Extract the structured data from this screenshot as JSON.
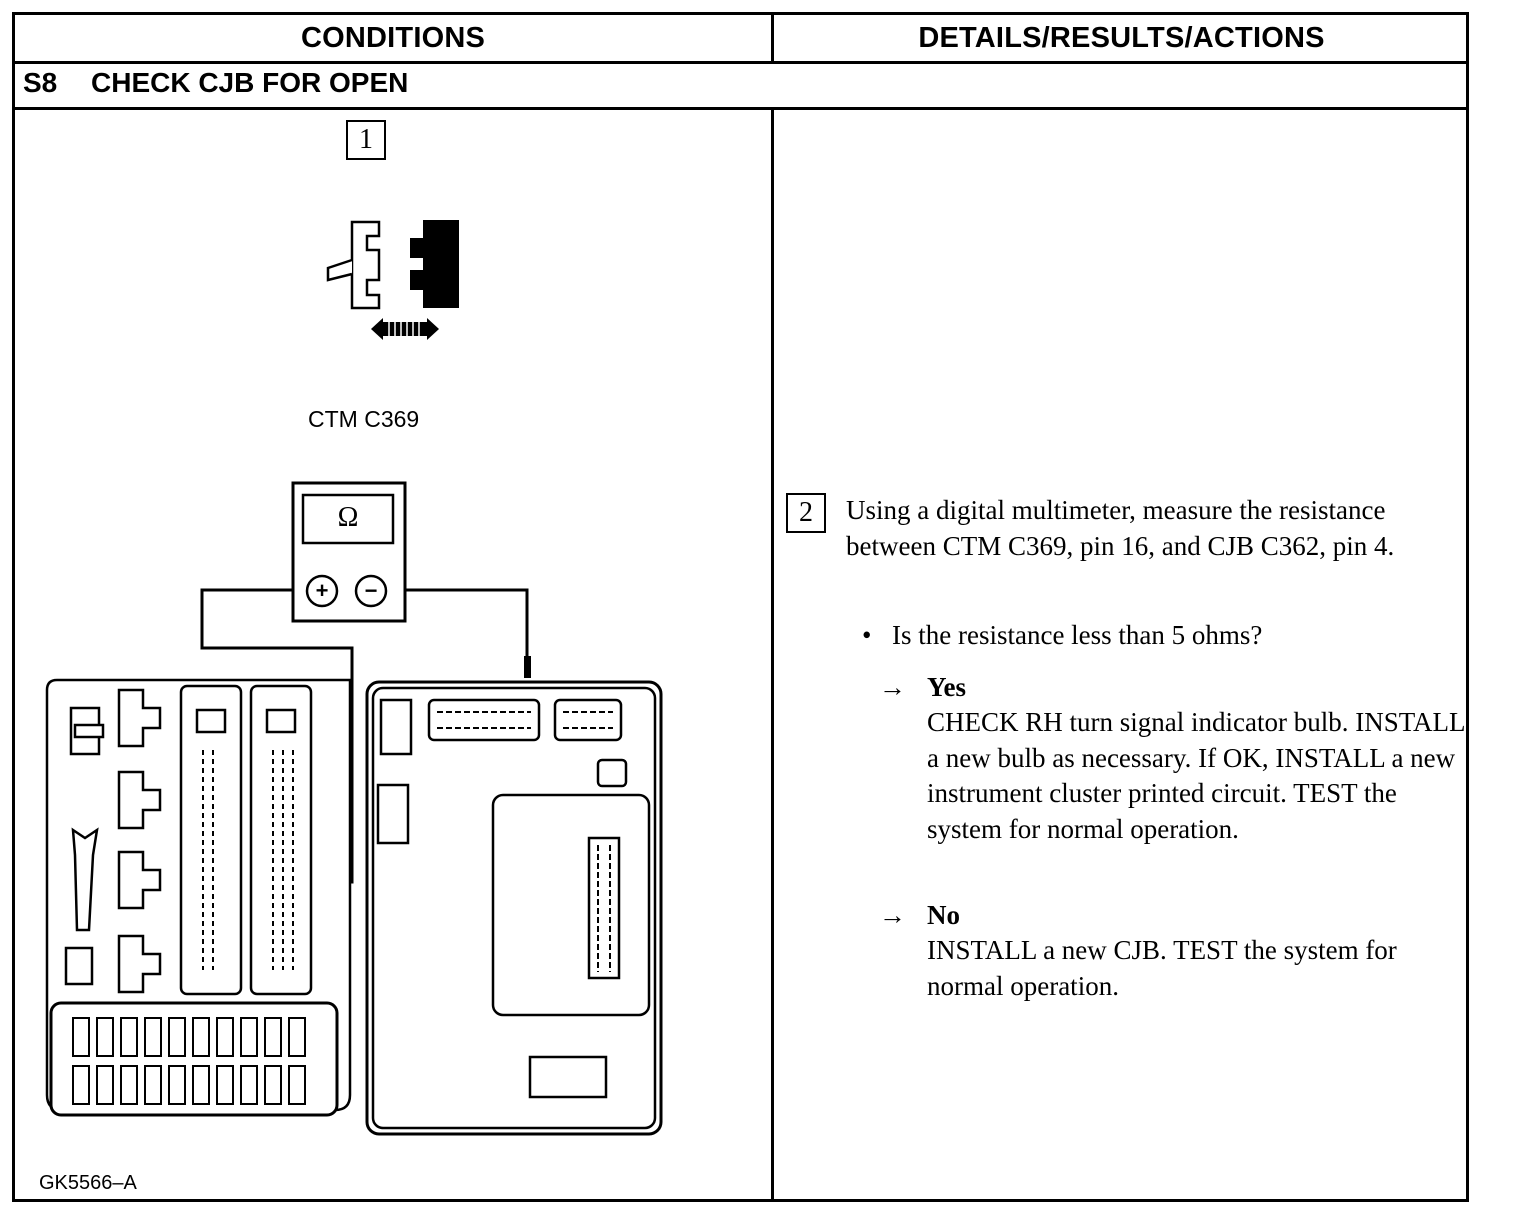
{
  "table": {
    "header_conditions": "CONDITIONS",
    "header_details": "DETAILS/RESULTS/ACTIONS",
    "step_number": "S8",
    "step_title": "CHECK CJB FOR OPEN"
  },
  "conditions": {
    "callout_1": "1",
    "connector_label": "CTM C369",
    "meter_symbol": "Ω",
    "meter_plus": "+",
    "meter_minus": "−",
    "figure_id": "GK5566–A"
  },
  "details": {
    "callout_2": "2",
    "instruction": "Using a digital multimeter, measure the resistance between CTM C369, pin 16, and CJB C362, pin 4.",
    "bullet": "•",
    "question": "Is the resistance less than 5 ohms?",
    "arrow": "→",
    "yes_label": "Yes",
    "yes_action": "CHECK RH turn signal indicator bulb. INSTALL a new bulb as necessary. If OK, INSTALL a new instrument cluster printed circuit. TEST the system for normal operation.",
    "no_label": "No",
    "no_action": "INSTALL a new CJB. TEST the system for normal operation."
  }
}
